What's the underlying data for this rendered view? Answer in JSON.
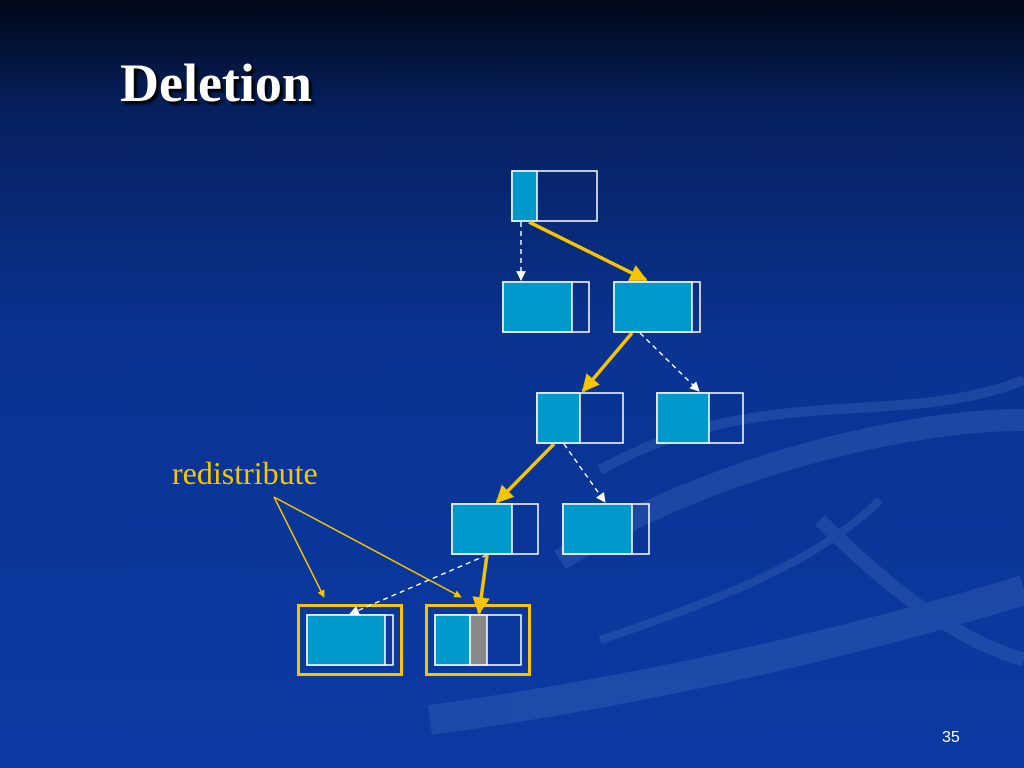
{
  "slide": {
    "title": "Deletion",
    "page_number": "35"
  },
  "annotation": {
    "label": "redistribute"
  },
  "colors": {
    "background": "#0a3392",
    "node_fill": "#0099cc",
    "node_border": "#ffffff",
    "highlight": "#f7c400",
    "deleted_key": "#888888"
  }
}
